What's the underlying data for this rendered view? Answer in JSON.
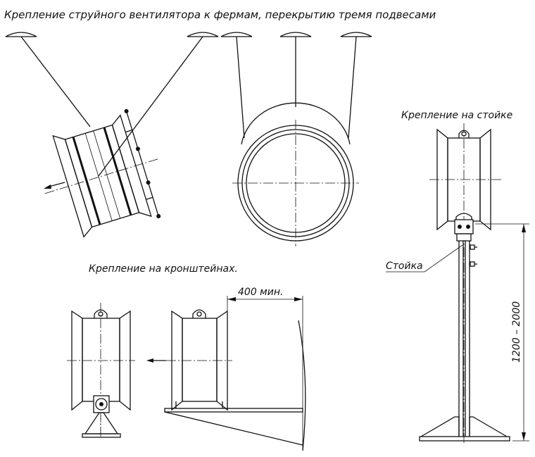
{
  "title": "Крепление струйного вентилятора к фермам, перекрытию тремя подвесами",
  "labels": {
    "stand_mount": "Крепление на стойке",
    "bracket_mount": "Крепление на кронштейнах.",
    "stand": "Стойка",
    "min_distance": "400 мин.",
    "height_range": "1200 – 2000"
  }
}
